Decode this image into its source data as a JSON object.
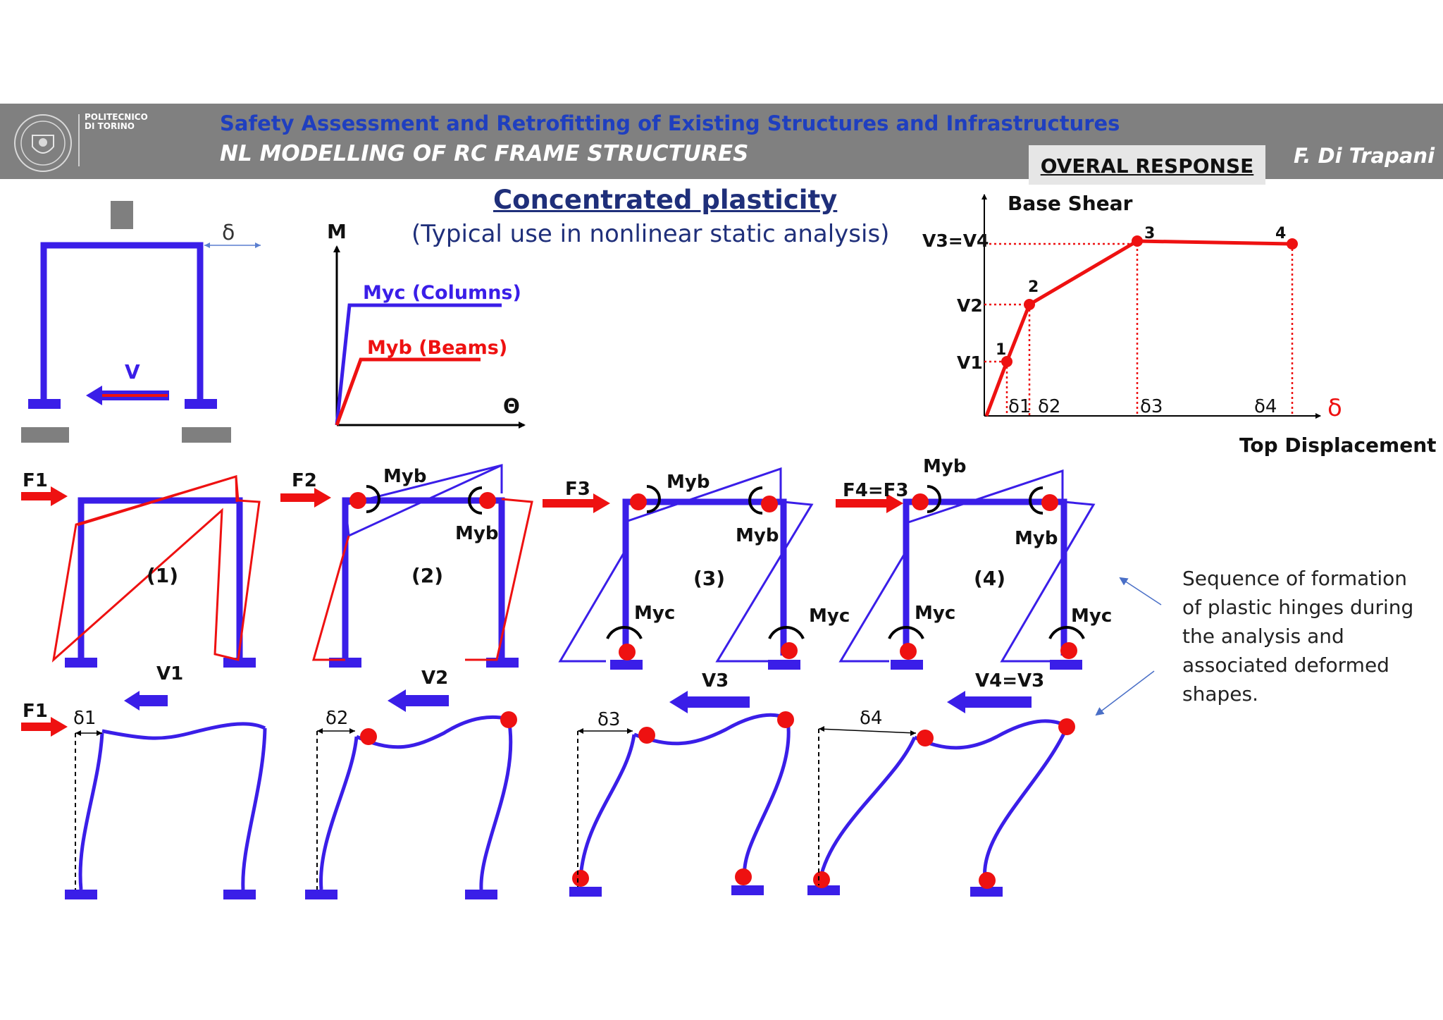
{
  "header": {
    "institution_line1": "POLITECNICO",
    "institution_line2": "DI TORINO",
    "course_title": "Safety Assessment and Retrofitting of Existing Structures and Infrastructures",
    "lecture_title": "NL MODELLING OF RC FRAME STRUCTURES",
    "section_label": "OVERAL RESPONSE",
    "author": "F. Di Trapani"
  },
  "title": {
    "main": "Concentrated plasticity",
    "sub": "(Typical use in nonlinear static analysis)"
  },
  "frame_sketch": {
    "delta_label": "δ",
    "shear_label": "V"
  },
  "moment_rotation": {
    "y_label": "M",
    "x_label": "Θ",
    "columns_label": "Myc (Columns)",
    "beams_label": "Myb (Beams)"
  },
  "pushover_chart": {
    "y_label": "Base Shear",
    "x_label": "Top Displacement",
    "x_symbol": "δ",
    "v_levels": [
      "V1",
      "V2",
      "V3=V4"
    ],
    "d_levels": [
      "δ1",
      "δ2",
      "δ3",
      "δ4"
    ],
    "points": [
      "1",
      "2",
      "3",
      "4"
    ]
  },
  "stages": [
    {
      "stage": "(1)",
      "force": "F1",
      "shear": "V1",
      "drift": "δ1"
    },
    {
      "stage": "(2)",
      "force": "F2",
      "shear": "V2",
      "drift": "δ2"
    },
    {
      "stage": "(3)",
      "force": "F3",
      "shear": "V3",
      "drift": "δ3"
    },
    {
      "stage": "(4)",
      "force": "F4=F3",
      "shear": "V4=V3",
      "drift": "δ4"
    }
  ],
  "hinge_labels": {
    "beam": "Myb",
    "column": "Myc"
  },
  "bottom_force_label": "F1",
  "side_note": "Sequence of formation of plastic hinges during the analysis and associated deformed shapes.",
  "colors": {
    "frame": "#3a1ee8",
    "load": "#ee1111",
    "header_bg": "#808080",
    "course_title": "#1f3fbf",
    "title": "#1f2f7a"
  }
}
